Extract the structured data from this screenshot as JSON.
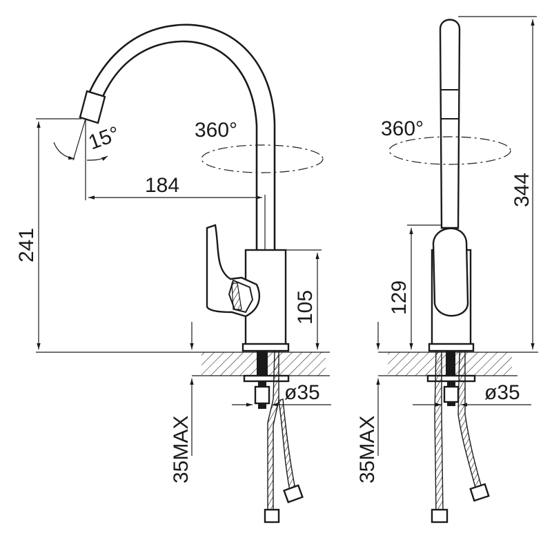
{
  "dimensions": {
    "rotation_side": "360°",
    "rotation_front": "360°",
    "tilt_angle": "15°",
    "height_total_front": "241",
    "spout_reach": "184",
    "body_height": "105",
    "hole_diameter_side": "ø35",
    "max_counter_side": "35MAX",
    "height_total_side": "344",
    "lever_height": "129",
    "hole_diameter_front": "ø35",
    "max_counter_front": "35MAX"
  }
}
